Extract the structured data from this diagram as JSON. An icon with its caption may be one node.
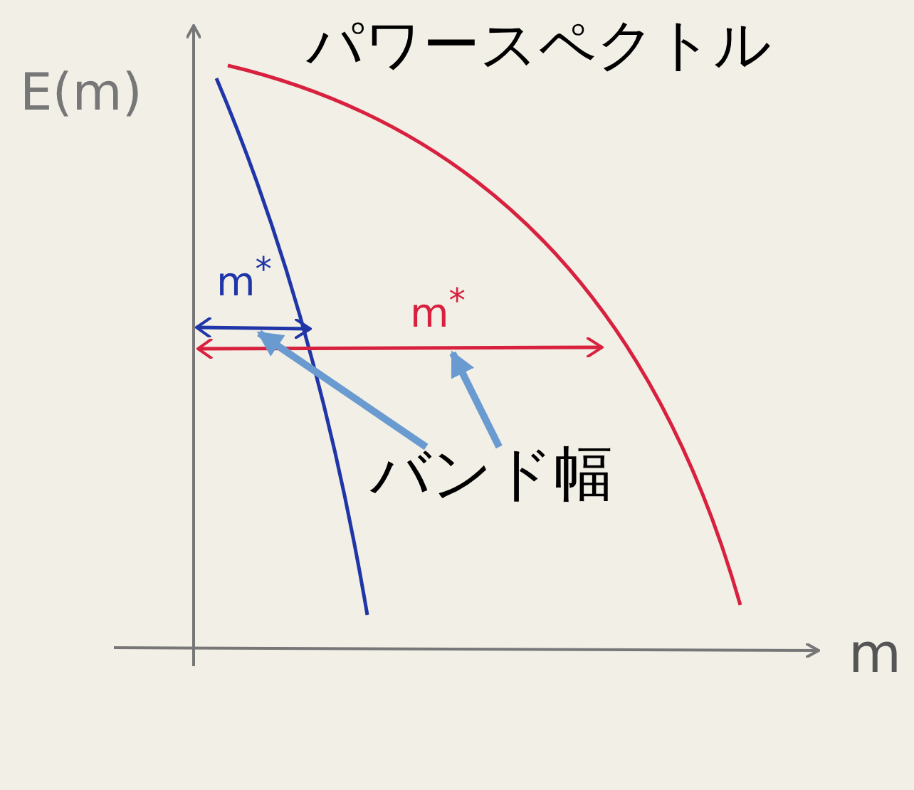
{
  "diagram": {
    "title": "パワースペクトル",
    "nodes": [
      {
        "text": [
          "バンド幅"
        ]
      },
      {
        "text": [],
        "shape": "line"
      },
      {
        "text": [],
        "shape": "line"
      }
    ],
    "edges": [
      {
        "from": 0,
        "to": 1,
        "arrow": "to"
      },
      {
        "from": 0,
        "to": 2,
        "arrow": "to"
      }
    ],
    "labels": [
      "E(m)",
      "m$^{*}$",
      "m$^{*}$",
      "m"
    ]
  }
}
